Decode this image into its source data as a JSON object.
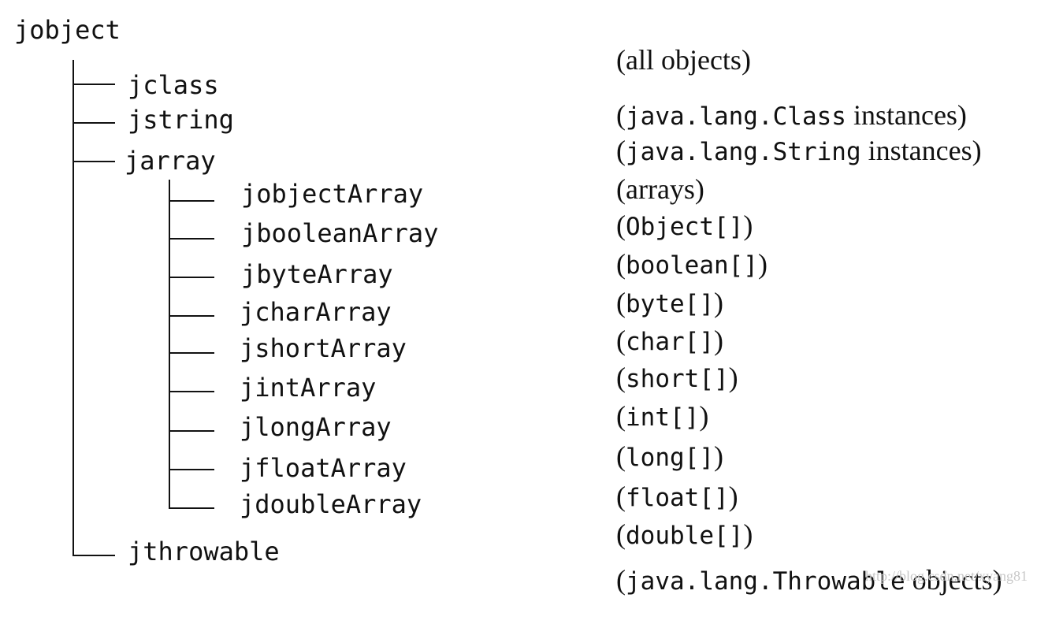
{
  "tree": {
    "root": {
      "name": "jobject",
      "desc_pre": "(all objects)",
      "desc_code": "",
      "desc_post": ""
    },
    "level1": [
      {
        "name": "jclass",
        "desc_pre": "(",
        "desc_code": "java.lang.Class",
        "desc_post": " instances)"
      },
      {
        "name": "jstring",
        "desc_pre": "(",
        "desc_code": "java.lang.String",
        "desc_post": " instances)"
      },
      {
        "name": "jarray",
        "desc_pre": "(arrays)",
        "desc_code": "",
        "desc_post": ""
      },
      {
        "name": "jthrowable",
        "desc_pre": "(",
        "desc_code": "java.lang.Throwable",
        "desc_post": " objects)"
      }
    ],
    "arrays": [
      {
        "name": "jobjectArray",
        "desc_pre": "(",
        "desc_code": "Object[]",
        "desc_post": ")"
      },
      {
        "name": "jbooleanArray",
        "desc_pre": "(",
        "desc_code": "boolean[]",
        "desc_post": ")"
      },
      {
        "name": "jbyteArray",
        "desc_pre": "(",
        "desc_code": "byte[]",
        "desc_post": ")"
      },
      {
        "name": "jcharArray",
        "desc_pre": "(",
        "desc_code": "char[]",
        "desc_post": ")"
      },
      {
        "name": "jshortArray",
        "desc_pre": "(",
        "desc_code": "short[]",
        "desc_post": ")"
      },
      {
        "name": "jintArray",
        "desc_pre": "(",
        "desc_code": "int[]",
        "desc_post": ")"
      },
      {
        "name": "jlongArray",
        "desc_pre": "(",
        "desc_code": "long[]",
        "desc_post": ")"
      },
      {
        "name": "jfloatArray",
        "desc_pre": "(",
        "desc_code": "float[]",
        "desc_post": ")"
      },
      {
        "name": "jdoubleArray",
        "desc_pre": "(",
        "desc_code": "double[]",
        "desc_post": ")"
      }
    ]
  },
  "watermark": "http://blog.csdn.net/xyang81"
}
